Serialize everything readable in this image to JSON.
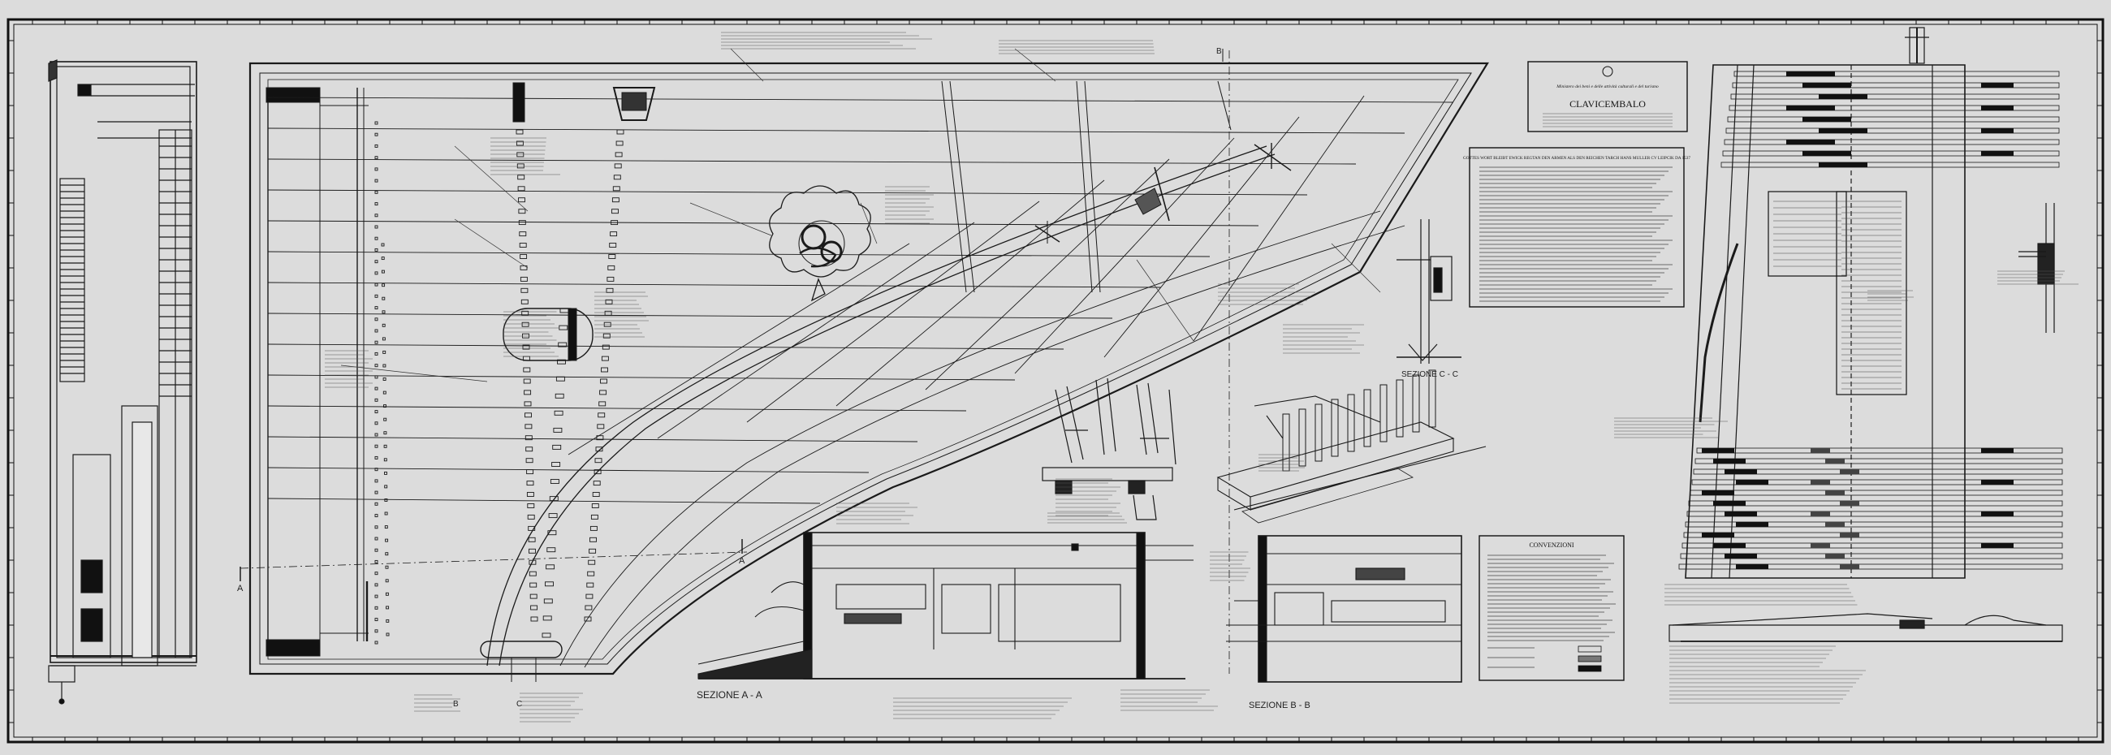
{
  "title_block": {
    "ministry": "Ministero dei beni e delle attività culturali e del turismo",
    "instrument": "CLAVICEMBALO"
  },
  "inscription": {
    "heading": "GOTTES WORT BLEIBT EWICK REGTAN DEN ARMEN ALS DEN REICHEN TARCH HANS MULLER CV LEIPCIK DA 1537"
  },
  "panels": {
    "conventions_title": "CONVENZIONI"
  },
  "sections": {
    "aa": "SEZIONE A - A",
    "bb": "SEZIONE B - B",
    "cc": "SEZIONE C - C"
  },
  "markers": {
    "a_left": "A",
    "a_right": "A",
    "b_top": "B",
    "b_bottom": "B",
    "c_bottom": "C"
  },
  "colors": {
    "paper": "#dcdcdc",
    "ink": "#1a1a1a",
    "frame": "#111111"
  }
}
